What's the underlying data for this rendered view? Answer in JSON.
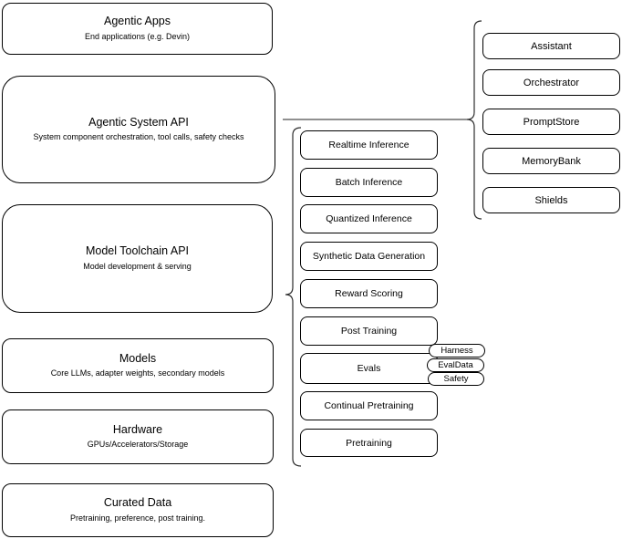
{
  "diagram": {
    "left_stack": [
      {
        "title": "Agentic Apps",
        "subtitle": "End applications (e.g. Devin)"
      },
      {
        "title": "Agentic System API",
        "subtitle": "System component orchestration, tool calls, safety checks"
      },
      {
        "title": "Model Toolchain API",
        "subtitle": "Model development & serving"
      },
      {
        "title": "Models",
        "subtitle": "Core LLMs, adapter weights, secondary models"
      },
      {
        "title": "Hardware",
        "subtitle": "GPUs/Accelerators/Storage"
      },
      {
        "title": "Curated Data",
        "subtitle": "Pretraining, preference, post training."
      }
    ],
    "toolchain_items": [
      "Realtime Inference",
      "Batch Inference",
      "Quantized Inference",
      "Synthetic Data Generation",
      "Reward Scoring",
      "Post Training",
      "Evals",
      "Continual Pretraining",
      "Pretraining"
    ],
    "eval_tags": [
      "Harness",
      "EvalData",
      "Safety"
    ],
    "system_components": [
      "Assistant",
      "Orchestrator",
      "PromptStore",
      "MemoryBank",
      "Shields"
    ],
    "colors": {
      "stroke": "#000000",
      "connector": "#6b6b6b",
      "background": "#ffffff",
      "text": "#000000"
    }
  }
}
